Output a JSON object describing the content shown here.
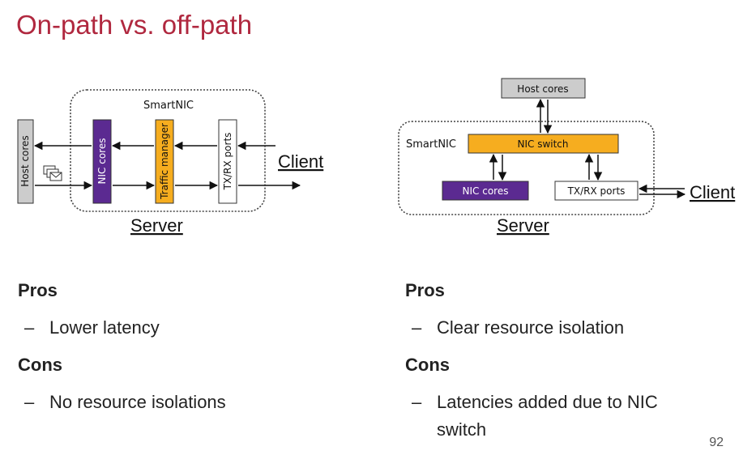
{
  "slide": {
    "title": "On-path vs. off-path",
    "page_number": "92"
  },
  "colors": {
    "title": "#b0283f",
    "nic_cores_fill": "#5b2a91",
    "traffic_manager_fill": "#f6ad1f",
    "nic_switch_fill": "#f6ad1f",
    "host_cores_fill": "#cccccc"
  },
  "left_diagram": {
    "box_label": "SmartNIC",
    "host_cores": "Host cores",
    "nic_cores": "NIC cores",
    "traffic_manager": "Traffic manager",
    "ports": "TX/RX ports",
    "client": "Client",
    "server": "Server",
    "queue_icon": "stacked-messages-icon"
  },
  "right_diagram": {
    "box_label": "SmartNIC",
    "host_cores": "Host cores",
    "nic_switch": "NIC switch",
    "nic_cores": "NIC cores",
    "ports": "TX/RX ports",
    "client": "Client",
    "server": "Server"
  },
  "left_column": {
    "pros_heading": "Pros",
    "pros_items": [
      "Lower latency"
    ],
    "cons_heading": "Cons",
    "cons_items": [
      "No resource isolations"
    ]
  },
  "right_column": {
    "pros_heading": "Pros",
    "pros_items": [
      "Clear resource isolation"
    ],
    "cons_heading": "Cons",
    "cons_items": [
      "Latencies added due to NIC switch"
    ]
  }
}
